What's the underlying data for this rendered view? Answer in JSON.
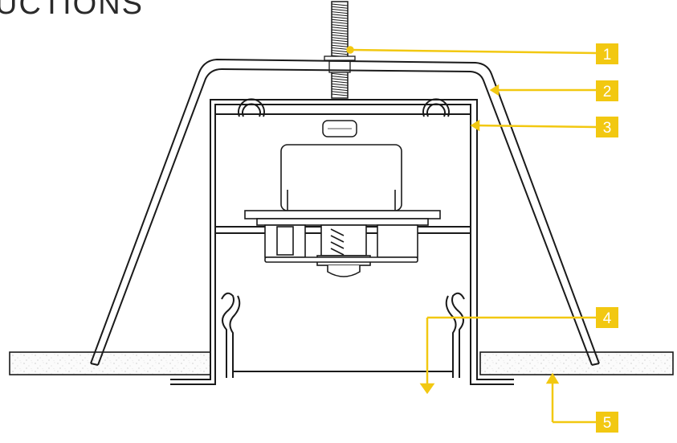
{
  "title": "UCTIONS",
  "accent_color": "#f2c811",
  "line_color": "#1a1a1a",
  "callouts": [
    {
      "label": "1"
    },
    {
      "label": "2"
    },
    {
      "label": "3"
    },
    {
      "label": "4"
    },
    {
      "label": "5"
    }
  ]
}
